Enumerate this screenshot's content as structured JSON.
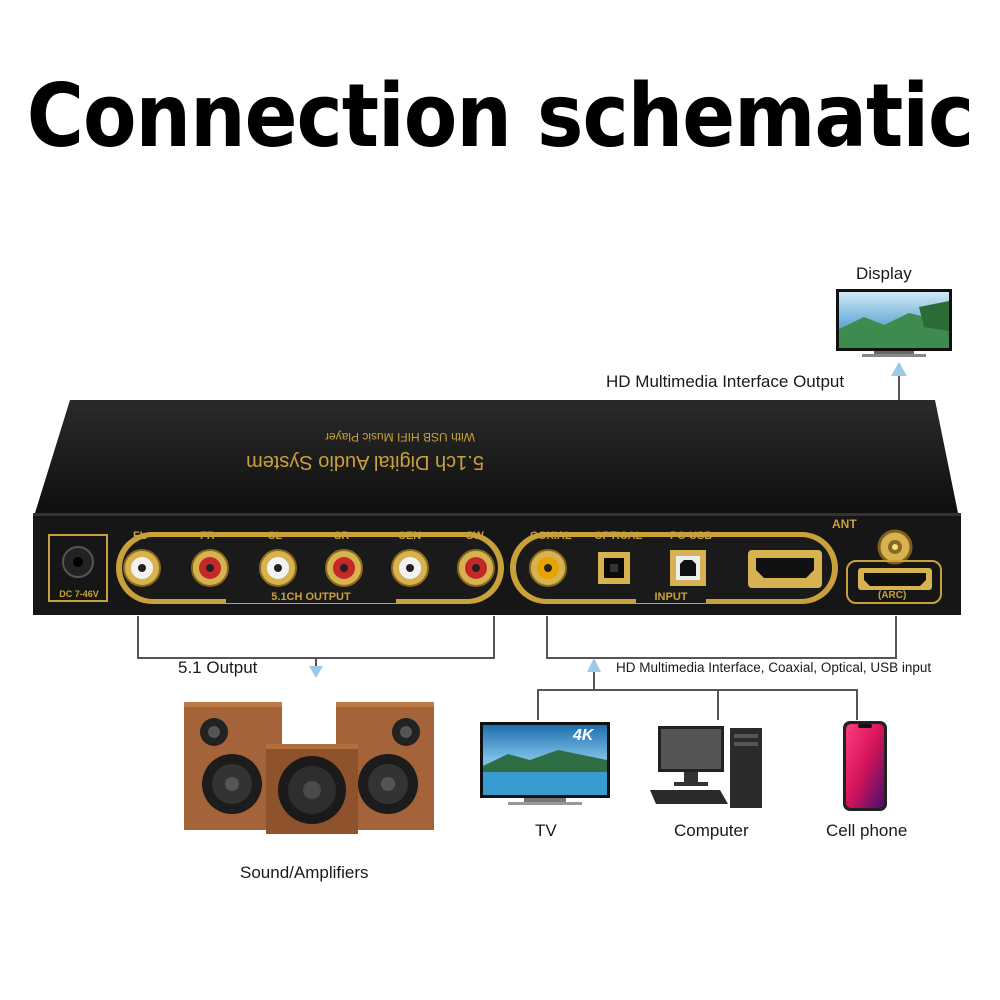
{
  "title": "Connection schematic",
  "device": {
    "brand_line1": "5.1ch Digital Audio System",
    "brand_line2": "With USB HIFI Music Player",
    "dc_label": "DC 7-46V",
    "output_channels": [
      "FL",
      "FR",
      "SL",
      "SR",
      "CEN",
      "SW"
    ],
    "output_group_label": "5.1CH OUTPUT",
    "input_ports": [
      "COXIAL",
      "OPTICAL",
      "PC-USB"
    ],
    "input_group_label": "INPUT",
    "ant_label": "ANT",
    "arc_label": "(ARC)"
  },
  "labels": {
    "display": "Display",
    "hdmi_output": "HD Multimedia Interface Output",
    "output_51": "5.1 Output",
    "input_desc": "HD Multimedia Interface, Coaxial, Optical, USB input",
    "speakers": "Sound/Amplifiers",
    "tv": "TV",
    "tv_badge": "4K",
    "computer": "Computer",
    "phone": "Cell phone"
  },
  "colors": {
    "gold": "#c9a13a",
    "device_body": "#141414",
    "arrow": "#9cc9e8",
    "wood": "#9b5a32"
  }
}
